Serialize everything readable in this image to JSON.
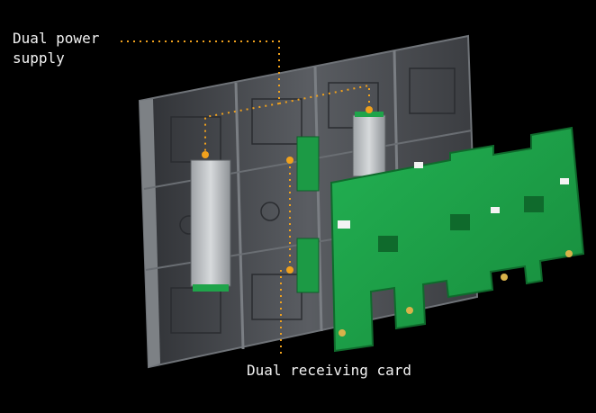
{
  "callouts": {
    "power_line1": "Dual power",
    "power_line2": "supply",
    "receiving_card": "Dual receiving card"
  },
  "colors": {
    "background": "#000000",
    "leader": "#f0a11d",
    "pcb": "#1fa44a",
    "chassis": "#4a4d52",
    "text": "#f2f2f2"
  }
}
